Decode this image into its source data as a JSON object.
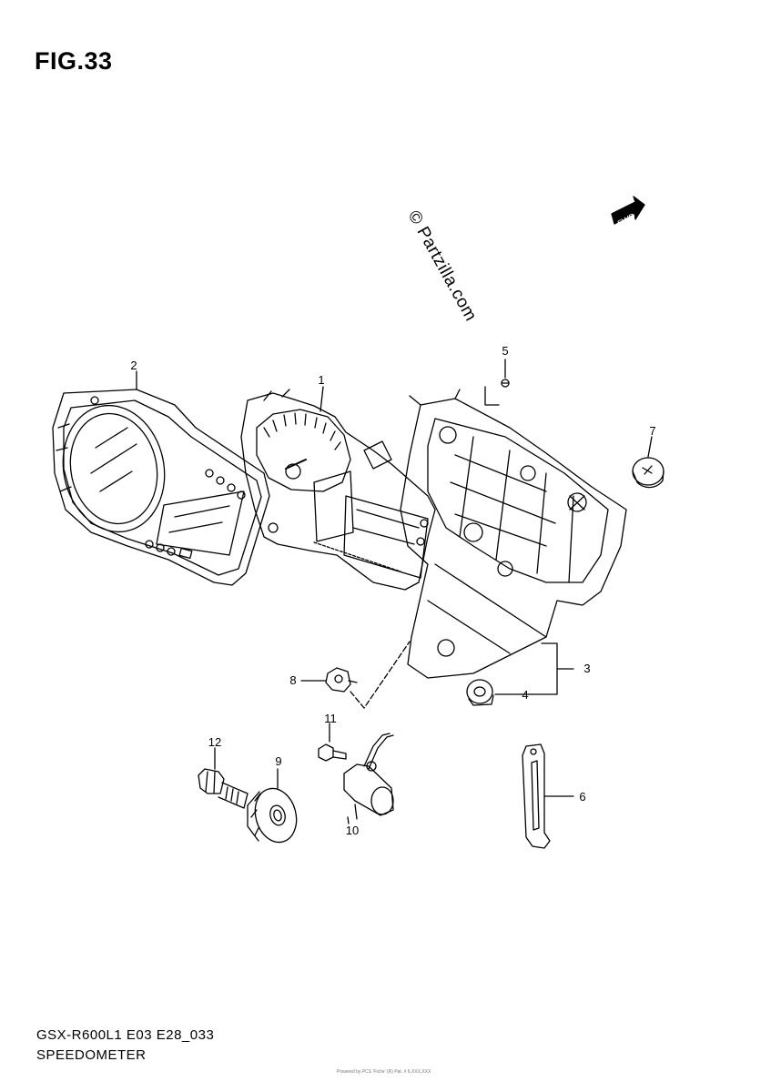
{
  "figure": {
    "title": "FIG.33",
    "model_code": "GSX-R600L1 E03 E28_033",
    "assembly_name": "SPEEDOMETER",
    "watermark": "© Partzilla.com",
    "fwd_label": "FWD",
    "fine_print": "Powered by PCS 'Fiche' (R) Pat. # 6,XXX,XXX"
  },
  "callouts": {
    "c1": "1",
    "c2": "2",
    "c3": "3",
    "c4": "4",
    "c5": "5",
    "c6": "6",
    "c7": "7",
    "c8": "8",
    "c9": "9",
    "c10": "10",
    "c11": "11",
    "c12": "12"
  },
  "colors": {
    "line": "#000000",
    "background": "#ffffff"
  }
}
